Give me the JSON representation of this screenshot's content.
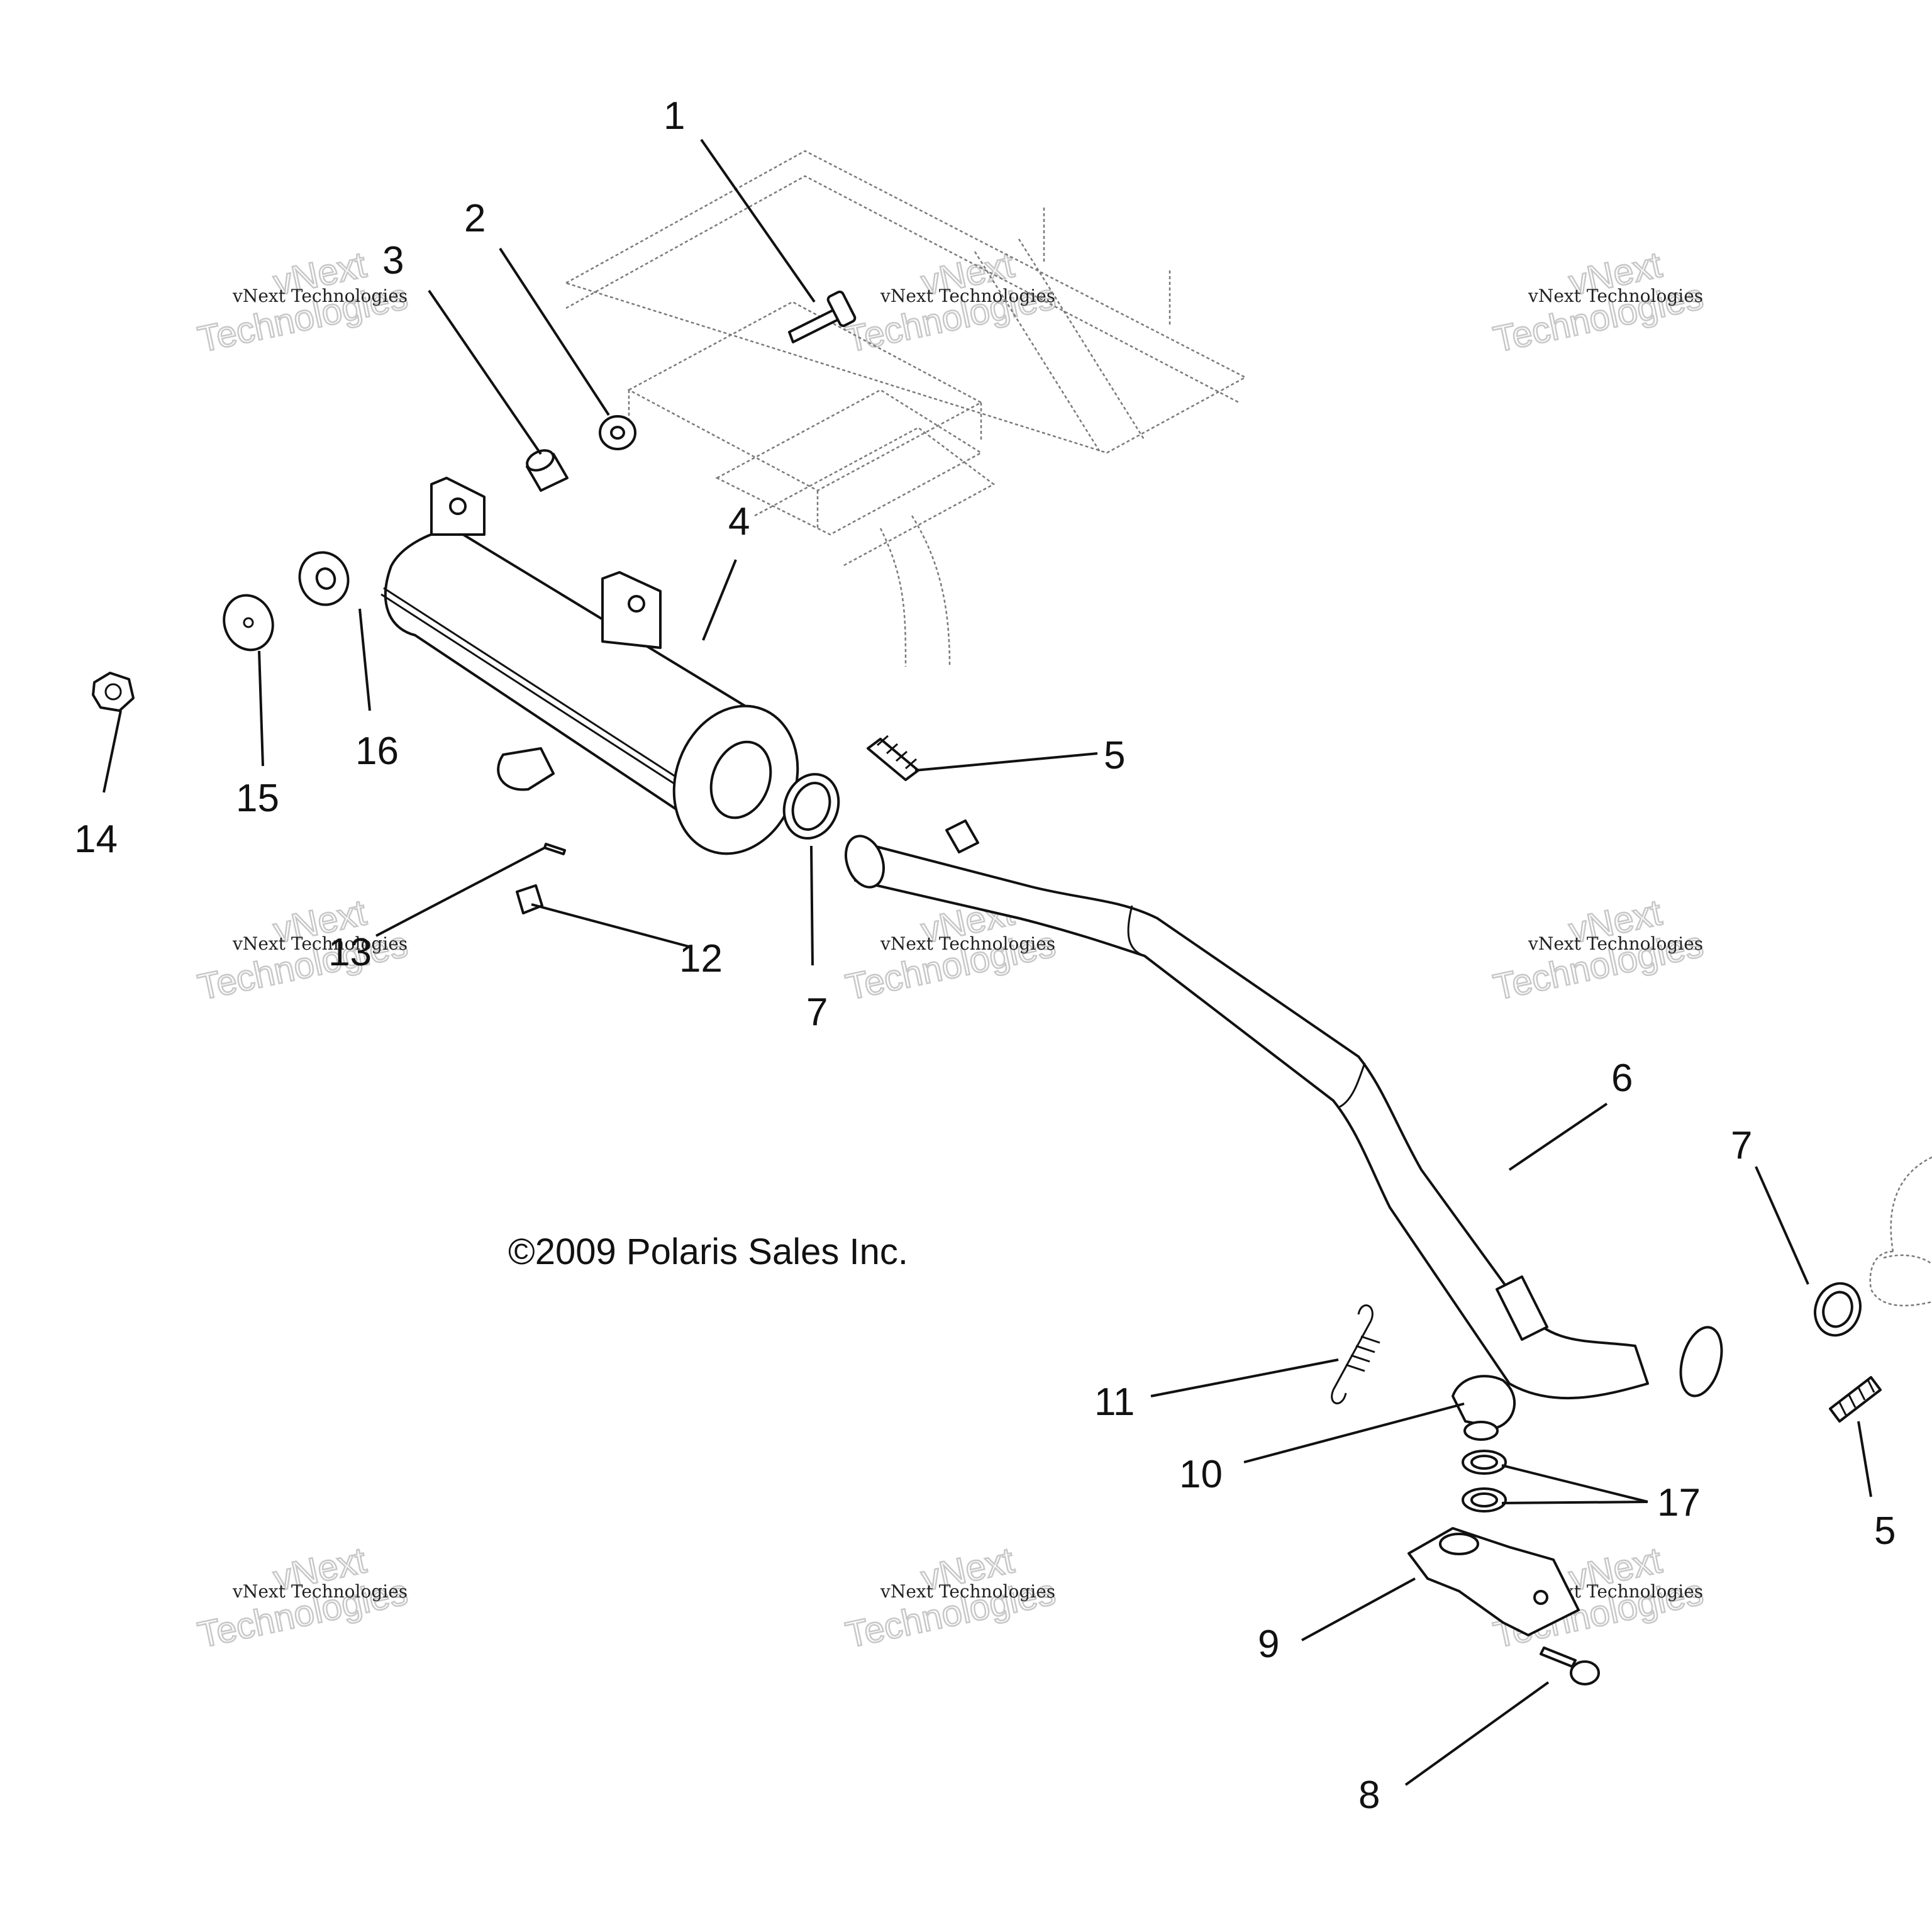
{
  "copyright": "©2009 Polaris Sales Inc.",
  "watermark": {
    "line_small": "vNext Technologies",
    "line_big_1": "vNext",
    "line_big_2": "Technologies"
  },
  "callouts": {
    "c1": "1",
    "c2": "2",
    "c3": "3",
    "c4": "4",
    "c5a": "5",
    "c5b": "5",
    "c6": "6",
    "c7a": "7",
    "c7b": "7",
    "c8": "8",
    "c9": "9",
    "c10": "10",
    "c11": "11",
    "c12": "12",
    "c13": "13",
    "c14": "14",
    "c15": "15",
    "c16": "16",
    "c17": "17"
  }
}
